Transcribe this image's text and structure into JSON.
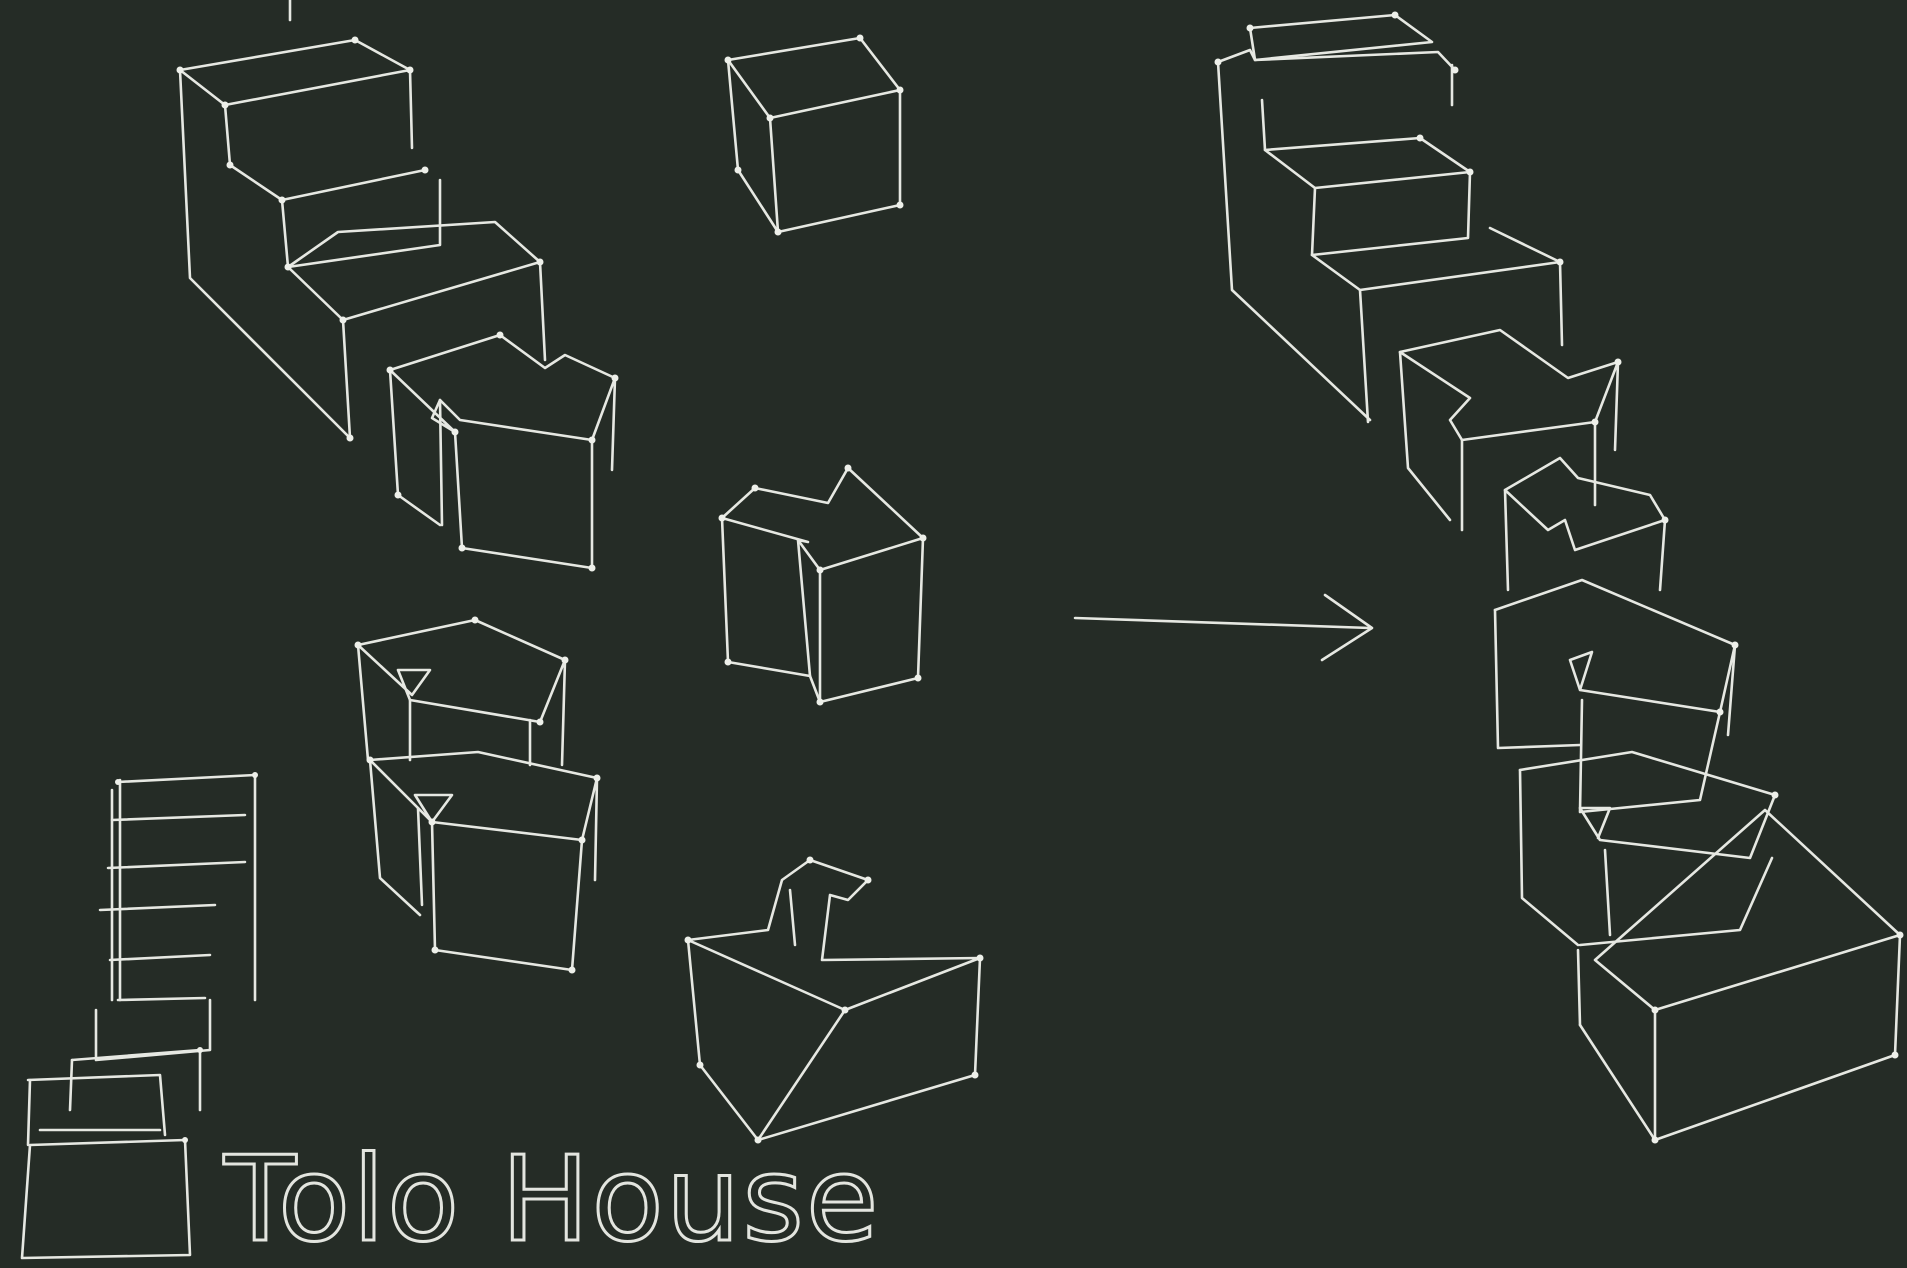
{
  "title": "Tolo House",
  "colors": {
    "background": "#252c26",
    "chalk": "#e6e8e2"
  },
  "groups": [
    "stepped-block-stack",
    "single-cube",
    "notched-block",
    "l-shaped-block",
    "stacked-notched-pair",
    "elevation-sketch",
    "assembled-terraced-house"
  ],
  "transition": "arrow-right-icon"
}
